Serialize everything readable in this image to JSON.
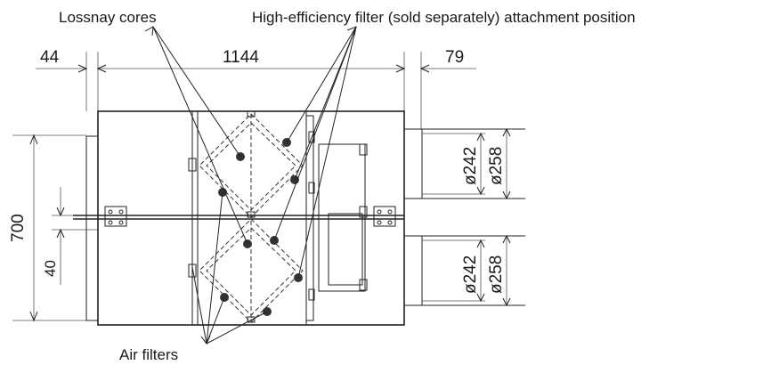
{
  "labels": {
    "lossnay_cores": "Lossnay cores",
    "hepa_position": "High-efficiency filter (sold separately) attachment position",
    "air_filters": "Air filters"
  },
  "dimensions": {
    "left_offset": "44",
    "body_width": "1144",
    "right_offset": "79",
    "height": "700",
    "gap": "40",
    "duct_upper_inner": "ø242",
    "duct_upper_outer": "ø258",
    "duct_lower_inner": "ø242",
    "duct_lower_outer": "ø258"
  },
  "colors": {
    "line": "#222222",
    "background": "#ffffff"
  }
}
